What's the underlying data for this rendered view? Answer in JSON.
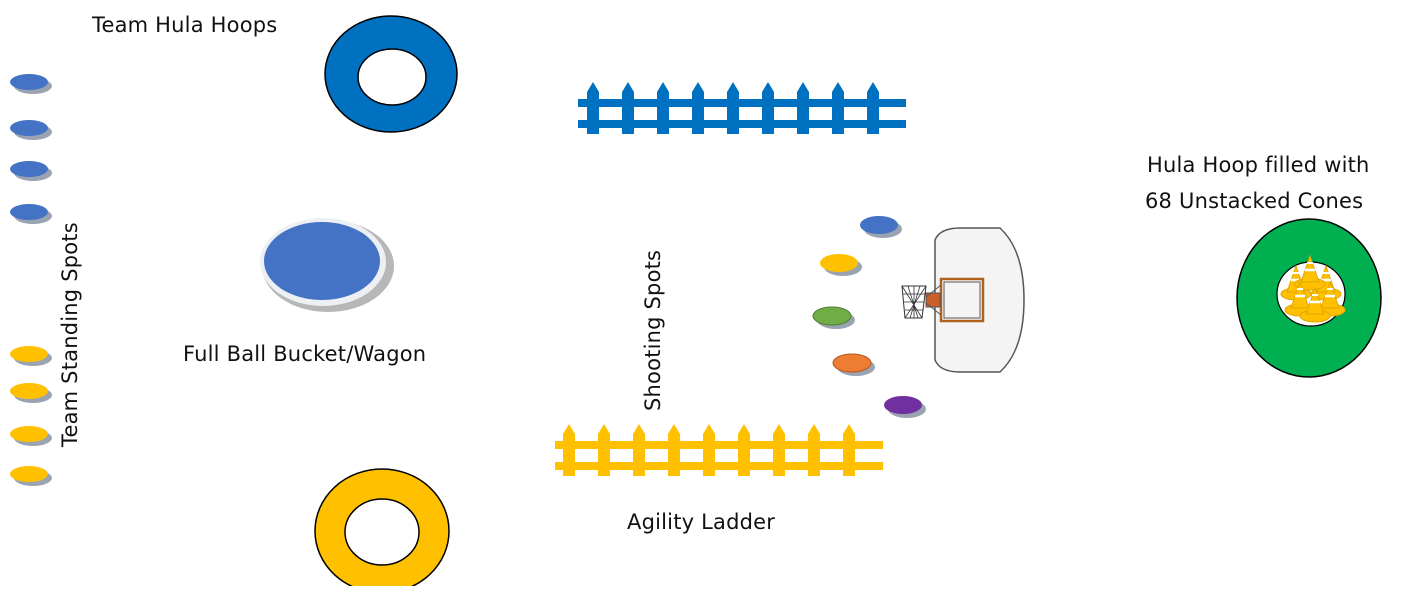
{
  "labels": {
    "team_hula_hoops": "Team Hula Hoops",
    "team_standing_spots": "Team Standing Spots",
    "full_ball_bucket": "Full Ball Bucket/Wagon",
    "shooting_spots": "Shooting Spots",
    "agility_ladder": "Agility Ladder",
    "hula_hoop_cones_line1": "Hula Hoop filled with",
    "hula_hoop_cones_line2": "68 Unstacked Cones"
  },
  "colors": {
    "blue_team": "#0070C0",
    "yellow_team": "#FFC000",
    "spot_blue": "#4472C4",
    "spot_yellow": "#FFC000",
    "spot_green": "#70AD47",
    "spot_orange": "#ED7D31",
    "spot_purple": "#7030A0",
    "cone_hoop_green": "#00B050"
  },
  "icons": {
    "blue_hoop": "hula-hoop-icon",
    "yellow_hoop": "hula-hoop-icon",
    "ball_bucket": "ball-bucket-icon",
    "fence": "fence-icon",
    "basketball_hoop": "basketball-hoop-icon",
    "cones": "cone-icon"
  }
}
